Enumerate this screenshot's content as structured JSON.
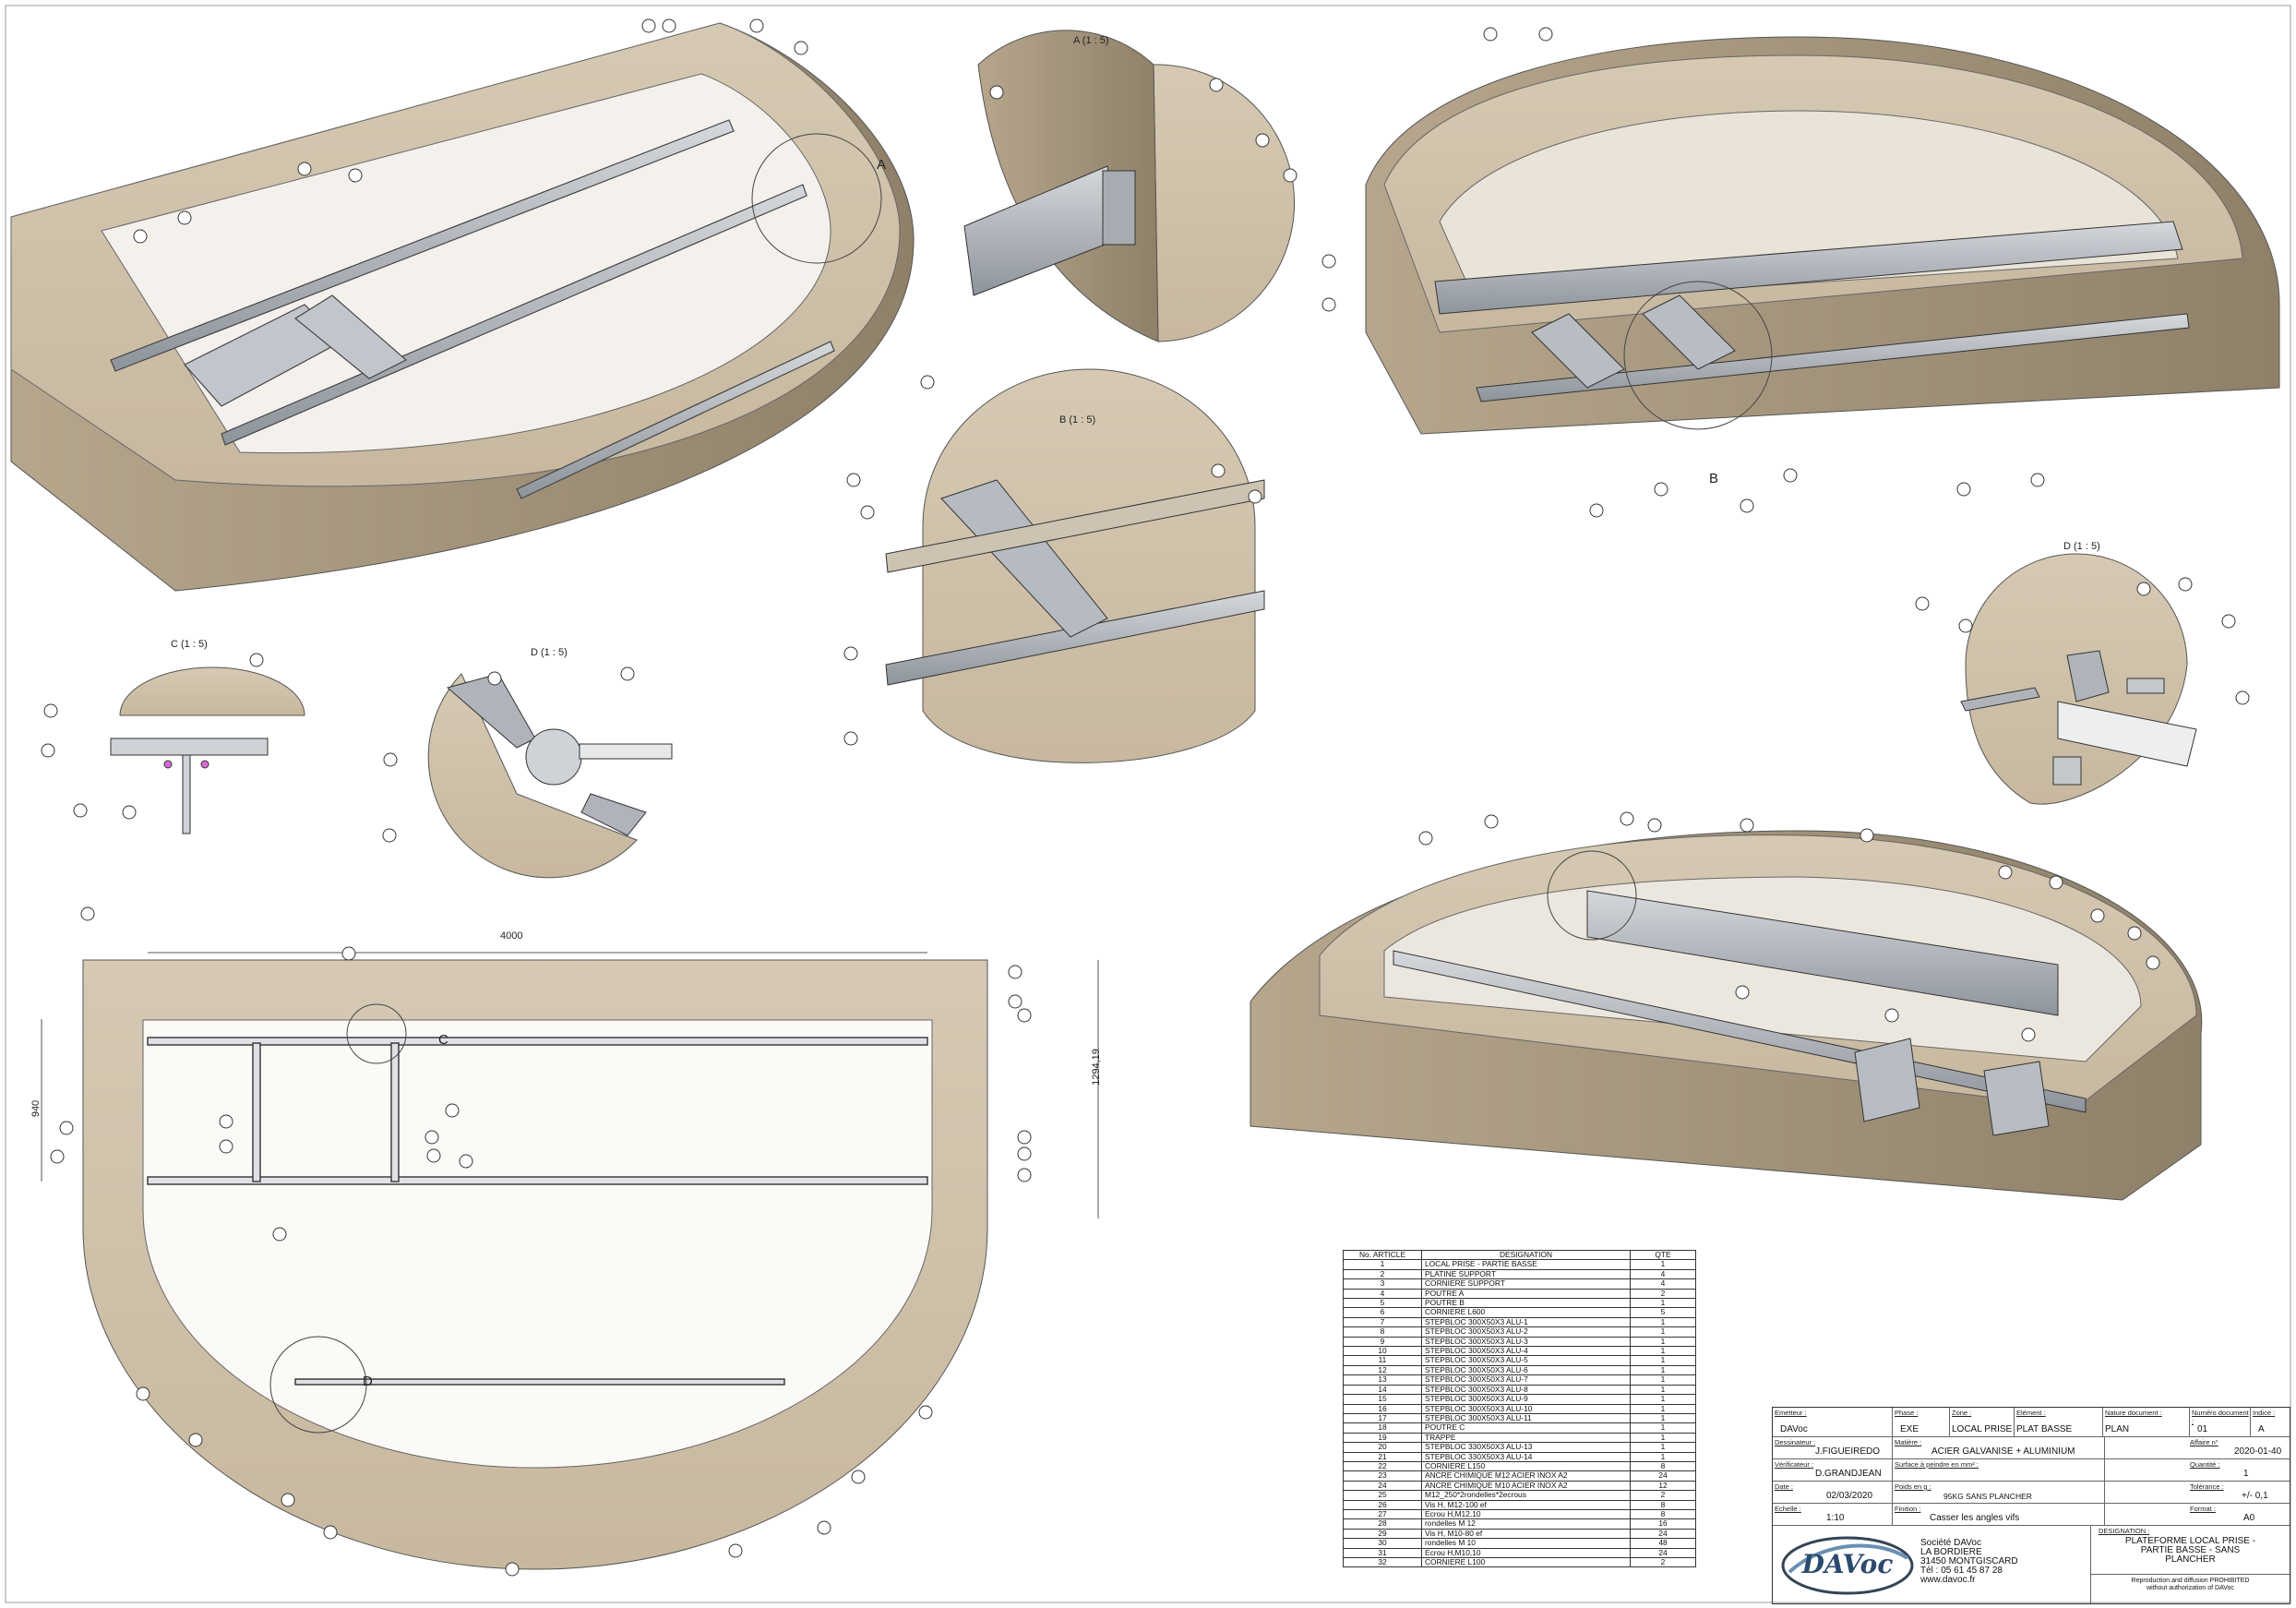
{
  "views": {
    "detail_a": "A (1 : 5)",
    "detail_b": "B (1 : 5)",
    "detail_c": "C (1 : 5)",
    "detail_d_left": "D (1 : 5)",
    "detail_d_right": "D (1 : 5)",
    "circle_a": "A",
    "circle_b": "B",
    "circle_c": "C",
    "circle_d": "D"
  },
  "dimensions": {
    "width": "4000",
    "depth": "1294,19",
    "inner": "940"
  },
  "bom": {
    "headers": [
      "No. ARTICLE",
      "DESIGNATION",
      "QTE"
    ],
    "rows": [
      [
        "1",
        "LOCAL PRISE - PARTIE BASSE",
        "1"
      ],
      [
        "2",
        "PLATINE SUPPORT",
        "4"
      ],
      [
        "3",
        "CORNIERE SUPPORT",
        "4"
      ],
      [
        "4",
        "POUTRE A",
        "2"
      ],
      [
        "5",
        "POUTRE B",
        "1"
      ],
      [
        "6",
        "CORNIERE L600",
        "5"
      ],
      [
        "7",
        "STEPBLOC 300X50X3 ALU-1",
        "1"
      ],
      [
        "8",
        "STEPBLOC 300X50X3 ALU-2",
        "1"
      ],
      [
        "9",
        "STEPBLOC 300X50X3 ALU-3",
        "1"
      ],
      [
        "10",
        "STEPBLOC 300X50X3 ALU-4",
        "1"
      ],
      [
        "11",
        "STEPBLOC 300X50X3 ALU-5",
        "1"
      ],
      [
        "12",
        "STEPBLOC 300X50X3 ALU-6",
        "1"
      ],
      [
        "13",
        "STEPBLOC 300X50X3 ALU-7",
        "1"
      ],
      [
        "14",
        "STEPBLOC 300X50X3 ALU-8",
        "1"
      ],
      [
        "15",
        "STEPBLOC 300X50X3 ALU-9",
        "1"
      ],
      [
        "16",
        "STEPBLOC 300X50X3 ALU-10",
        "1"
      ],
      [
        "17",
        "STEPBLOC 300X50X3 ALU-11",
        "1"
      ],
      [
        "18",
        "POUTRE C",
        "1"
      ],
      [
        "19",
        "TRAPPE",
        "1"
      ],
      [
        "20",
        "STEPBLOC 330X50X3 ALU-13",
        "1"
      ],
      [
        "21",
        "STEPBLOC 330X50X3 ALU-14",
        "1"
      ],
      [
        "22",
        "CORNIERE L150",
        "8"
      ],
      [
        "23",
        "ANCRE CHIMIQUE M12 ACIER INOX A2",
        "24"
      ],
      [
        "24",
        "ANCRE CHIMIQUE M10 ACIER INOX A2",
        "12"
      ],
      [
        "25",
        "M12_250*2rondelles*2ecrous",
        "2"
      ],
      [
        "26",
        "Vis H, M12-100 ef",
        "8"
      ],
      [
        "27",
        "Ecrou H,M12,10",
        "8"
      ],
      [
        "28",
        "rondelles M 12",
        "16"
      ],
      [
        "29",
        "Vis H, M10-80 ef",
        "24"
      ],
      [
        "30",
        "rondelles M 10",
        "48"
      ],
      [
        "31",
        "Ecrou H,M10,10",
        "24"
      ],
      [
        "32",
        "CORNIERE L100",
        "2"
      ]
    ]
  },
  "title_block": {
    "emetteur_cap": "Emetteur :",
    "emetteur": "DAVoc",
    "phase_cap": "Phase :",
    "phase": "EXE",
    "zone_cap": "Zone :",
    "zone": "LOCAL PRISE",
    "element_cap": "Elément :",
    "element": "PLAT BASSE",
    "nature_cap": "Nature document :",
    "nature": "PLAN",
    "numero_cap": "Numéro document :",
    "numero": "01",
    "indice_cap": "Indice :",
    "indice": "A",
    "dessinateur_cap": "Dessinateur :",
    "dessinateur": "J.FIGUEIREDO",
    "matiere_cap": "Matière :",
    "matiere": "ACIER GALVANISE + ALUMINIUM",
    "affaire_cap": "Affaire n°",
    "affaire": "2020-01-40",
    "verificateur_cap": "Vérificateur :",
    "verificateur": "D.GRANDJEAN",
    "surface_cap": "Surface à peindre en mm² :",
    "surface": "",
    "quantite_cap": "Quantité :",
    "quantite": "1",
    "date_cap": "Date :",
    "date": "02/03/2020",
    "poids_cap": "Poids en g :",
    "poids": "95KG SANS PLANCHER",
    "tolerance_cap": "Tolérance :",
    "tolerance": "+/- 0,1",
    "echelle_cap": "Echelle :",
    "echelle": "1:10",
    "finition_cap": "Finition :",
    "finition": "Casser les angles vifs",
    "format_cap": "Format :",
    "format": "A0",
    "designation_cap": "DESIGNATION :",
    "designation": [
      "PLATEFORME LOCAL PRISE -",
      "PARTIE BASSE - SANS",
      "PLANCHER"
    ],
    "logo": "DAVoc",
    "company": [
      "Société DAVoc",
      "LA BORDIERE",
      "31450 MONTGISCARD",
      "Tél : 05 61 45 87 28",
      "www.davoc.fr"
    ],
    "reproduction": [
      "Reproduction and diffusion PROHIBITED",
      "without authorization of DAVoc"
    ]
  },
  "colors": {
    "concrete": "#c9bba4",
    "concrete_dark": "#a89a82",
    "steel": "#9aa0a8",
    "line": "#222222"
  }
}
